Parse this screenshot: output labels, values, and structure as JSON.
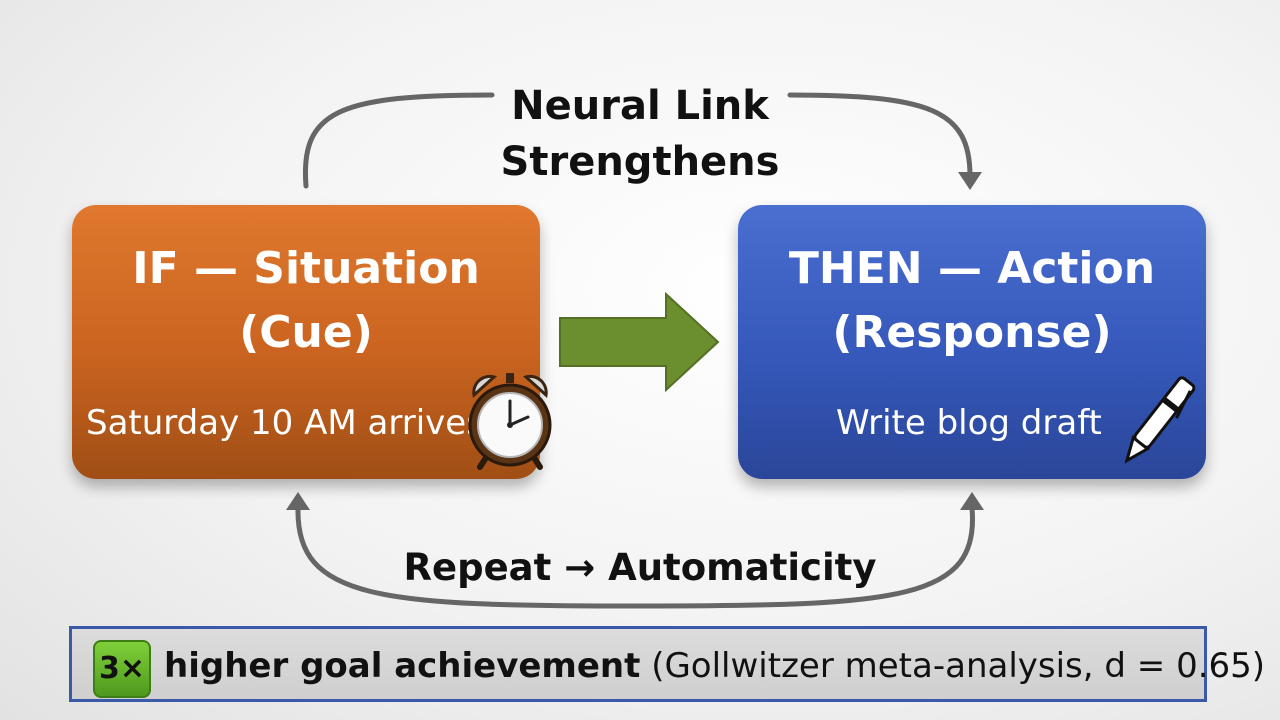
{
  "top_label": {
    "line1": "Neural Link",
    "line2": "Strengthens"
  },
  "bottom_label": "Repeat → Automaticity",
  "if_box": {
    "title_line1": "IF — Situation",
    "title_line2": "(Cue)",
    "subtitle": "Saturday 10 AM arrives",
    "icon": "alarm-clock-icon"
  },
  "then_box": {
    "title_line1": "THEN — Action",
    "title_line2": "(Response)",
    "subtitle": "Write blog draft",
    "icon": "pen-icon"
  },
  "stat": {
    "badge": "3×",
    "bold": "higher goal achievement",
    "detail": " (Gollwitzer meta-analysis, d = 0.65)"
  },
  "colors": {
    "if": "#c9631f",
    "then": "#3558ba",
    "arrow": "#6b8e2f",
    "loop": "#666666",
    "badge": "#62b32a"
  }
}
